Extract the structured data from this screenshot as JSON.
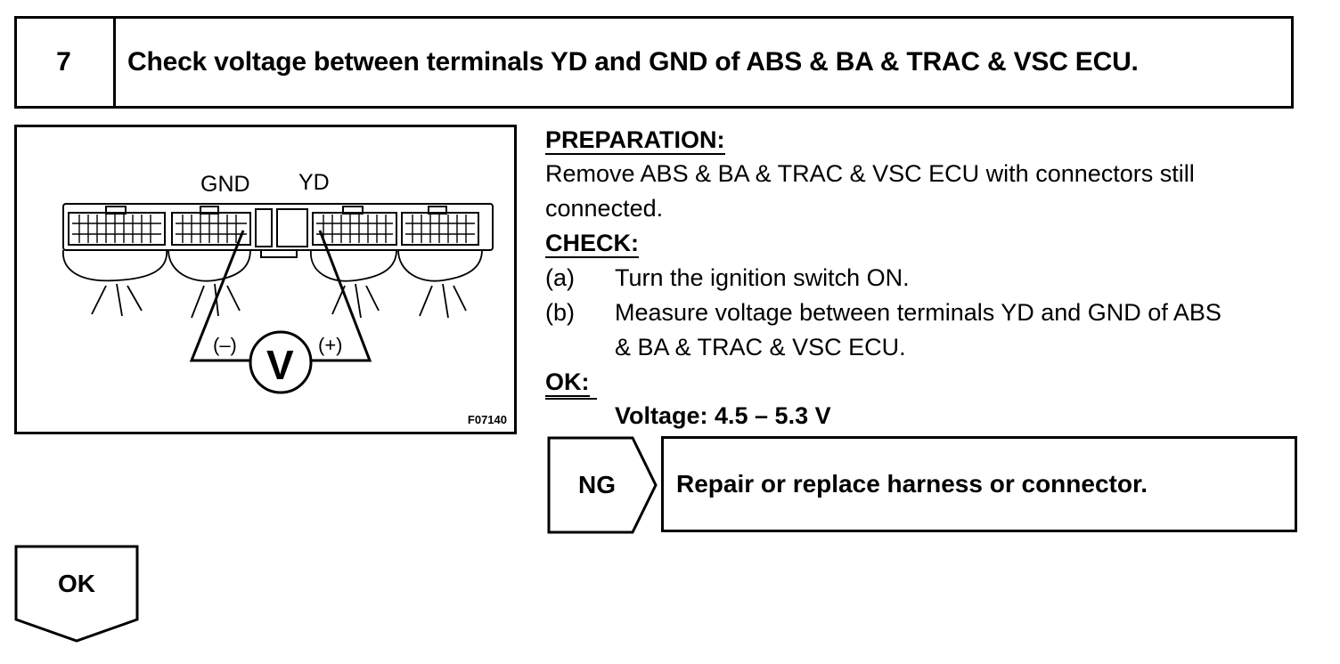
{
  "header": {
    "step_number": "7",
    "title": "Check voltage between terminals YD and GND of ABS & BA & TRAC & VSC ECU."
  },
  "figure": {
    "label_gnd": "GND",
    "label_yd": "YD",
    "probe_negative": "(–)",
    "probe_positive": "(+)",
    "meter_symbol": "V",
    "code": "F07140"
  },
  "preparation": {
    "heading": "PREPARATION:",
    "line1": "Remove ABS & BA & TRAC & VSC ECU with connectors still",
    "line2": "connected."
  },
  "check": {
    "heading": "CHECK:",
    "steps": [
      {
        "marker": "(a)",
        "line1": "Turn the ignition switch ON."
      },
      {
        "marker": "(b)",
        "line1": "Measure voltage between terminals YD and GND of ABS",
        "line2": "& BA & TRAC & VSC ECU."
      }
    ]
  },
  "ok": {
    "heading": "OK:",
    "spec": "Voltage: 4.5 – 5.3 V"
  },
  "ng": {
    "label": "NG",
    "action": "Repair or replace harness or connector."
  },
  "next": {
    "label": "OK"
  }
}
